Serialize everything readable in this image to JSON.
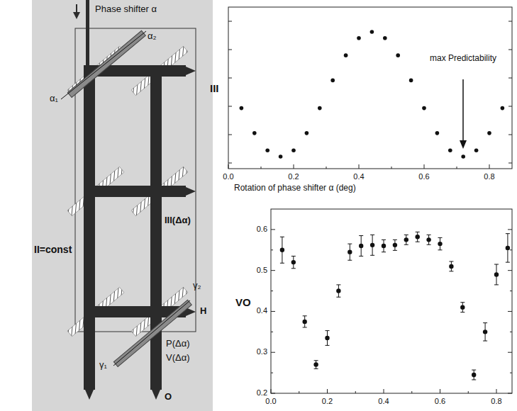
{
  "diagram": {
    "labels": [
      "Phase shifter α",
      "α₂",
      "α₁",
      "II=const",
      "III(Δα)",
      "γ₂",
      "γ₁",
      "H",
      "P(Δα)",
      "V(Δα)",
      "O",
      "III",
      "max Predictability",
      "0.0",
      "0.2",
      "0.4",
      "0.6",
      "0.8",
      "Rotation of phase shifter α (deg)",
      "VO",
      "0.2",
      "0.3",
      "0.4",
      "0.5",
      "0.6",
      "0.0",
      "0.2",
      "0.4",
      "0.6",
      "0.8"
    ]
  }
}
